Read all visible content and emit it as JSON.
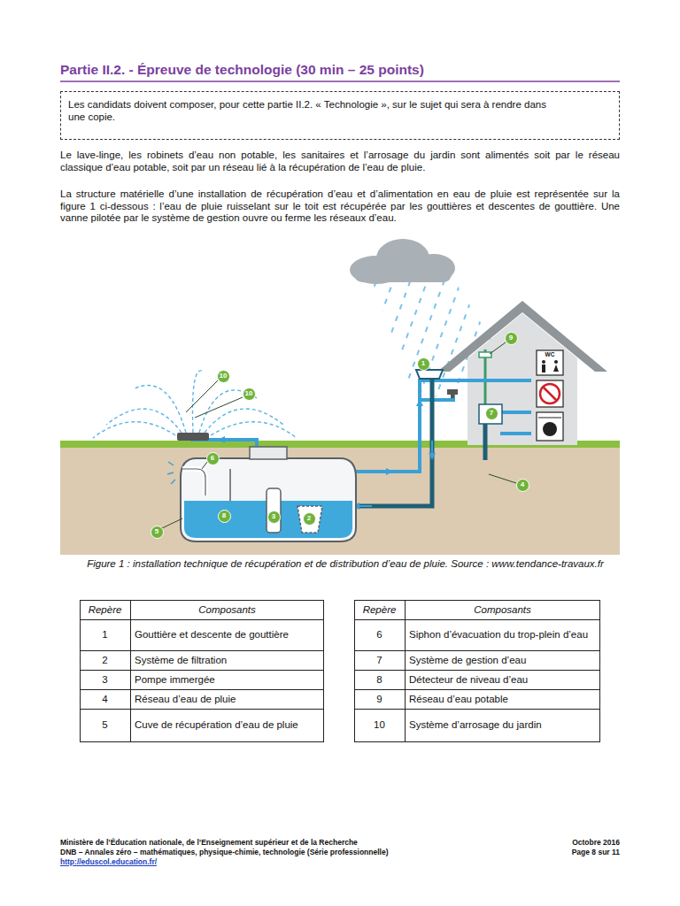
{
  "diagram": {
    "title": "Partie II.2. - Épreuve de technologie (30 min – 25 points)",
    "caption": "Figure 1 : installation technique de récupération et de distribution d’eau de pluie. Source : www.tendance-travaux.fr",
    "nodes": [
      {
        "text": [
          "Les candidats doivent composer, pour cette partie II.2. « Technologie », sur le sujet qui sera à rendre dans une copie."
        ]
      },
      {
        "text": [
          "9"
        ]
      },
      {
        "text": [
          "1"
        ]
      },
      {
        "text": [
          "10"
        ]
      },
      {
        "text": [
          "10"
        ]
      },
      {
        "text": [
          "7"
        ]
      },
      {
        "text": [
          "6"
        ]
      },
      {
        "text": [
          "4"
        ]
      },
      {
        "text": [
          "8"
        ]
      },
      {
        "text": [
          "3"
        ]
      },
      {
        "text": [
          "2"
        ]
      },
      {
        "text": [
          "5"
        ]
      }
    ],
    "labels": [
      "Le lave-linge, les robinets d’eau non potable, les sanitaires et l’arrosage du jardin sont alimentés soit par le réseau classique d’eau potable, soit par un réseau lié à la récupération de l’eau de pluie.",
      "La structure matérielle d’une installation de récupération d’eau et d’alimentation en eau de pluie est représentée sur la figure 1 ci-dessous : l’eau de pluie ruisselant sur le toit est récupérée par les gouttières et descentes de gouttière. Une vanne pilotée par le système de gestion ouvre ou ferme les réseaux d’eau.",
      "WC",
      "Repère",
      "Composants",
      "1",
      "Gouttière et descente de gouttière",
      "2",
      "Système de filtration",
      "3",
      "Pompe immergée",
      "4",
      "Réseau d’eau de pluie",
      "5",
      "Cuve de récupération d’eau de pluie",
      "Repère",
      "Composants",
      "6",
      "Siphon d’évacuation du trop-plein d’eau",
      "7",
      "Système de gestion d’eau",
      "8",
      "Détecteur de niveau d’eau",
      "9",
      "Réseau d’eau potable",
      "10",
      "Système d’arrosage du jardin",
      "Ministère de l’Éducation nationale, de l’Enseignement supérieur et de la Recherche",
      "DNB – Annales zéro – mathématiques, physique-chimie, technologie (Série professionnelle)",
      "http://eduscol.education.fr/",
      "Octobre 2016",
      "Page 8 sur 11"
    ]
  }
}
